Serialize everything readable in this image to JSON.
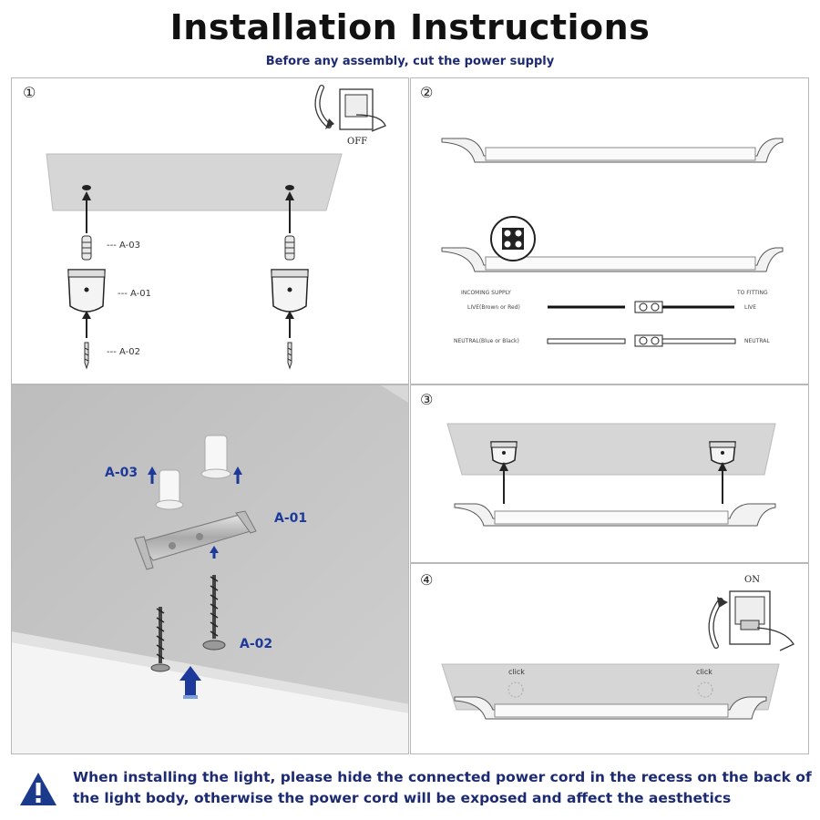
{
  "header": {
    "title": "Installation Instructions",
    "subtitle": "Before any assembly, cut the power supply"
  },
  "steps": {
    "one": "①",
    "two": "②",
    "three": "③",
    "four": "④"
  },
  "parts": {
    "a03": "A-03",
    "a01": "A-01",
    "a02": "A-02",
    "a03_dash": "--- A-03",
    "a01_dash": "--- A-01",
    "a02_dash": "--- A-02"
  },
  "switch": {
    "off": "OFF",
    "on": "ON"
  },
  "wiring": {
    "incoming": "INCOMING SUPPLY",
    "to_fitting": "TO FITTING",
    "live_in": "LIVE(Brown or Red)",
    "live_out": "LIVE",
    "neutral_in": "NEUTRAL(Blue or Black)",
    "neutral_out": "NEUTRAL"
  },
  "click": {
    "left": "click",
    "right": "click"
  },
  "note": {
    "text": "When installing the light, please hide the connected power cord in the recess on the back of the light body, otherwise the power cord will be exposed and affect the aesthetics"
  },
  "colors": {
    "accent_blue": "#1d3a9a",
    "title_dark": "#111111",
    "warning_blue": "#1c3a8c"
  },
  "icons": [
    "warning-icon",
    "power-switch-icon",
    "arrow-up-icon",
    "click-icon"
  ]
}
